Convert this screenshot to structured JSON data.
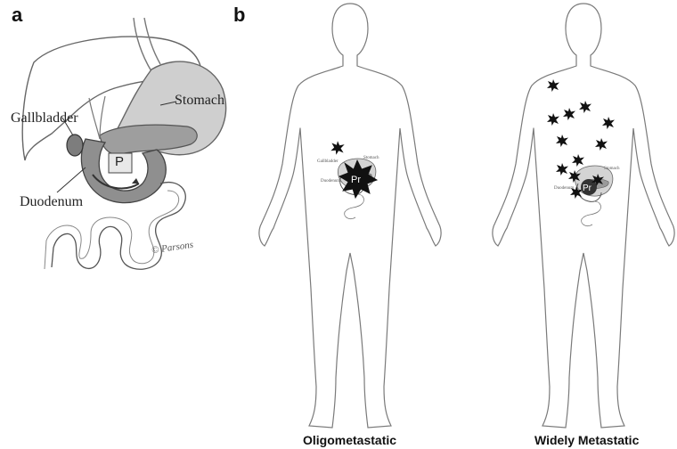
{
  "panels": {
    "a": {
      "letter": "a"
    },
    "b": {
      "letter": "b"
    }
  },
  "anatomy_labels": {
    "gallbladder": "Gallbladder",
    "duodenum": "Duodenum",
    "stomach": "Stomach",
    "pancreas_marker": "P",
    "signature": "© Parsons"
  },
  "figures": {
    "left": {
      "caption": "Oligometastatic",
      "tumor_label": "Pr",
      "mini_labels": [
        "Gallbladder",
        "Stomach",
        "Duodenum"
      ]
    },
    "right": {
      "caption": "Widely Metastatic",
      "tumor_label": "Pr",
      "mini_labels": [
        "Stomach",
        "Duodenum"
      ]
    }
  },
  "colors": {
    "organ_fill": "#bdbdbd",
    "organ_dark": "#8a8a8a",
    "lesion": "#111111",
    "outline": "#555555"
  }
}
